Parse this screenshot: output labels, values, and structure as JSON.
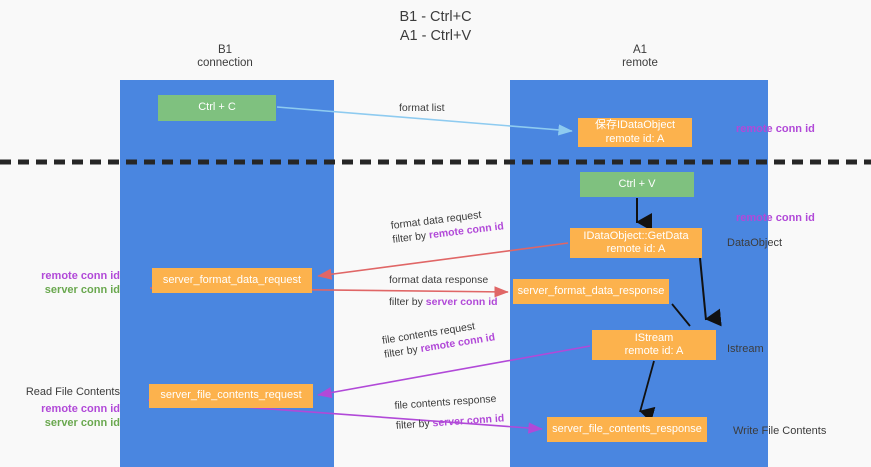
{
  "title": {
    "line1": "B1 - Ctrl+C",
    "line2": "A1 - Ctrl+V"
  },
  "lanes": [
    {
      "id": "b1",
      "name": "B1",
      "role": "connection"
    },
    {
      "id": "a1",
      "name": "A1",
      "role": "remote"
    }
  ],
  "boxes": {
    "ctrl_c": {
      "line1": "Ctrl + C",
      "color": "#7fc17f"
    },
    "save_idataobject": {
      "line1": "保存IDataObject",
      "line2": "remote id: A",
      "color": "#fcb24d"
    },
    "ctrl_v": {
      "line1": "Ctrl + V",
      "color": "#7fc17f"
    },
    "getdata": {
      "line1": "IDataObject::GetData",
      "line2": "remote id: A",
      "color": "#fcb24d"
    },
    "server_format_data_request": {
      "line1": "server_format_data_request",
      "color": "#fcb24d"
    },
    "server_format_data_response": {
      "line1": "server_format_data_response",
      "color": "#fcb24d"
    },
    "istream": {
      "line1": "IStream",
      "line2": "remote id: A",
      "color": "#fcb24d"
    },
    "server_file_contents_request": {
      "line1": "server_file_contents_request",
      "color": "#fcb24d"
    },
    "server_file_contents_response": {
      "line1": "server_file_contents_response",
      "color": "#fcb24d"
    }
  },
  "edges": {
    "format_list": {
      "label": "format list"
    },
    "format_data_request": {
      "label": "format data request",
      "filter_prefix": "filter by ",
      "filter_key": "remote conn id"
    },
    "format_data_response": {
      "label": "format data response",
      "filter_prefix": "filter by ",
      "filter_key": "server conn id"
    },
    "file_contents_request": {
      "label": "file contents request",
      "filter_prefix": "filter by ",
      "filter_key": "remote conn id"
    },
    "file_contents_response": {
      "label": "file contents response",
      "filter_prefix": "filter by ",
      "filter_key": "server conn id"
    }
  },
  "annotations": {
    "remote_conn_id": "remote conn id",
    "server_conn_id": "server conn id",
    "dataobject": "DataObject",
    "istream": "Istream",
    "read_file_contents": "Read File Contents",
    "write_file_contents": "Write File Contents"
  },
  "colors": {
    "lane": "#4a86e0",
    "green_box": "#7fc17f",
    "orange_box": "#fcb24d",
    "remote_conn_id": "#b149d8",
    "server_conn_id": "#6aa84f",
    "edge_blue": "#8ecbf0",
    "edge_red": "#e06666",
    "edge_purple": "#b149d8",
    "divider": "#262626",
    "background": "#f9f9f9"
  }
}
